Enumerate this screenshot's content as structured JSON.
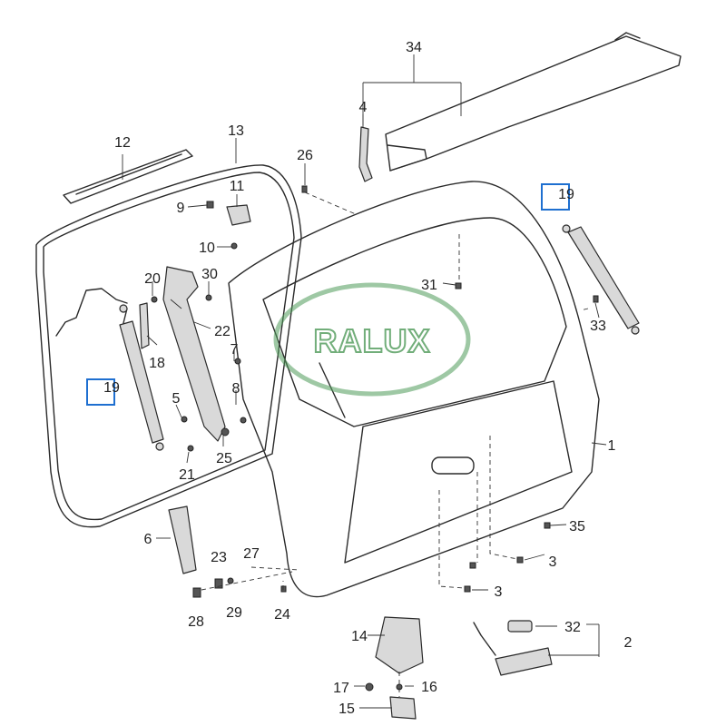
{
  "diagram": {
    "callouts": {
      "c1": "1",
      "c2": "2",
      "c3a": "3",
      "c3b": "3",
      "c4": "4",
      "c5": "5",
      "c6": "6",
      "c7": "7",
      "c8": "8",
      "c9": "9",
      "c10": "10",
      "c11": "11",
      "c12": "12",
      "c13": "13",
      "c14": "14",
      "c15": "15",
      "c16": "16",
      "c17": "17",
      "c18": "18",
      "c19a": "19",
      "c19b": "19",
      "c20": "20",
      "c21": "21",
      "c22": "22",
      "c23": "23",
      "c24": "24",
      "c25": "25",
      "c26": "26",
      "c27": "27",
      "c28": "28",
      "c29": "29",
      "c30": "30",
      "c31": "31",
      "c32": "32",
      "c33": "33",
      "c34": "34",
      "c35": "35"
    },
    "watermark": "RALUX",
    "colors": {
      "highlight": "#1e6fd0",
      "watermark": "#4f9a5a",
      "line": "#2a2a2a"
    }
  }
}
